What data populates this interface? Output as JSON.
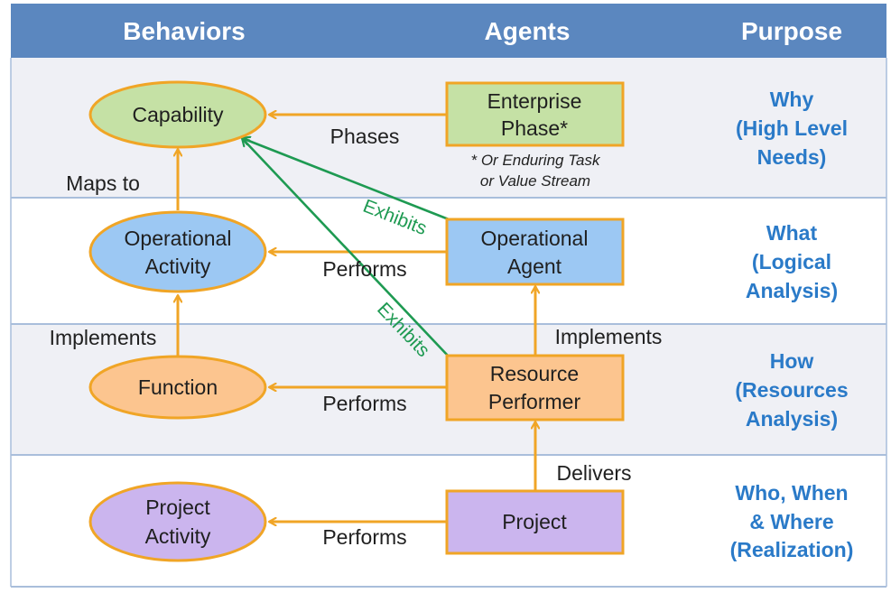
{
  "headers": {
    "behaviors": "Behaviors",
    "agents": "Agents",
    "purpose": "Purpose"
  },
  "colors": {
    "header_band": "#5b87bf",
    "row_shade": "#eff0f5",
    "row_divider": "#a9bedb",
    "arrow_orange": "#f0a526",
    "arrow_green": "#1e9a52",
    "capability_fill": "#c5e1a5",
    "operational_fill": "#9cc8f3",
    "function_fill": "#fcc58f",
    "project_fill": "#cbb5ee",
    "node_stroke": "#f0a526",
    "purpose_text": "#2a7ac8"
  },
  "behaviors": {
    "capability": [
      "Capability"
    ],
    "operational_activity": [
      "Operational",
      "Activity"
    ],
    "function": [
      "Function"
    ],
    "project_activity": [
      "Project",
      "Activity"
    ]
  },
  "agents": {
    "enterprise_phase": [
      "Enterprise",
      "Phase*"
    ],
    "enterprise_note": [
      "* Or Enduring Task",
      "or Value Stream"
    ],
    "operational_agent": [
      "Operational",
      "Agent"
    ],
    "resource_performer": [
      "Resource",
      "Performer"
    ],
    "project": [
      "Project"
    ]
  },
  "relations": {
    "phases": "Phases",
    "maps_to": "Maps to",
    "exhibits_1": "Exhibits",
    "performs_1": "Performs",
    "exhibits_2": "Exhibits",
    "implements_left": "Implements",
    "implements_right": "Implements",
    "performs_2": "Performs",
    "delivers": "Delivers",
    "performs_3": "Performs"
  },
  "purpose": {
    "why": [
      "Why",
      "(High Level",
      "Needs)"
    ],
    "what": [
      "What",
      "(Logical",
      "Analysis)"
    ],
    "how": [
      "How",
      "(Resources",
      "Analysis)"
    ],
    "who": [
      "Who, When",
      "& Where",
      "(Realization)"
    ]
  }
}
